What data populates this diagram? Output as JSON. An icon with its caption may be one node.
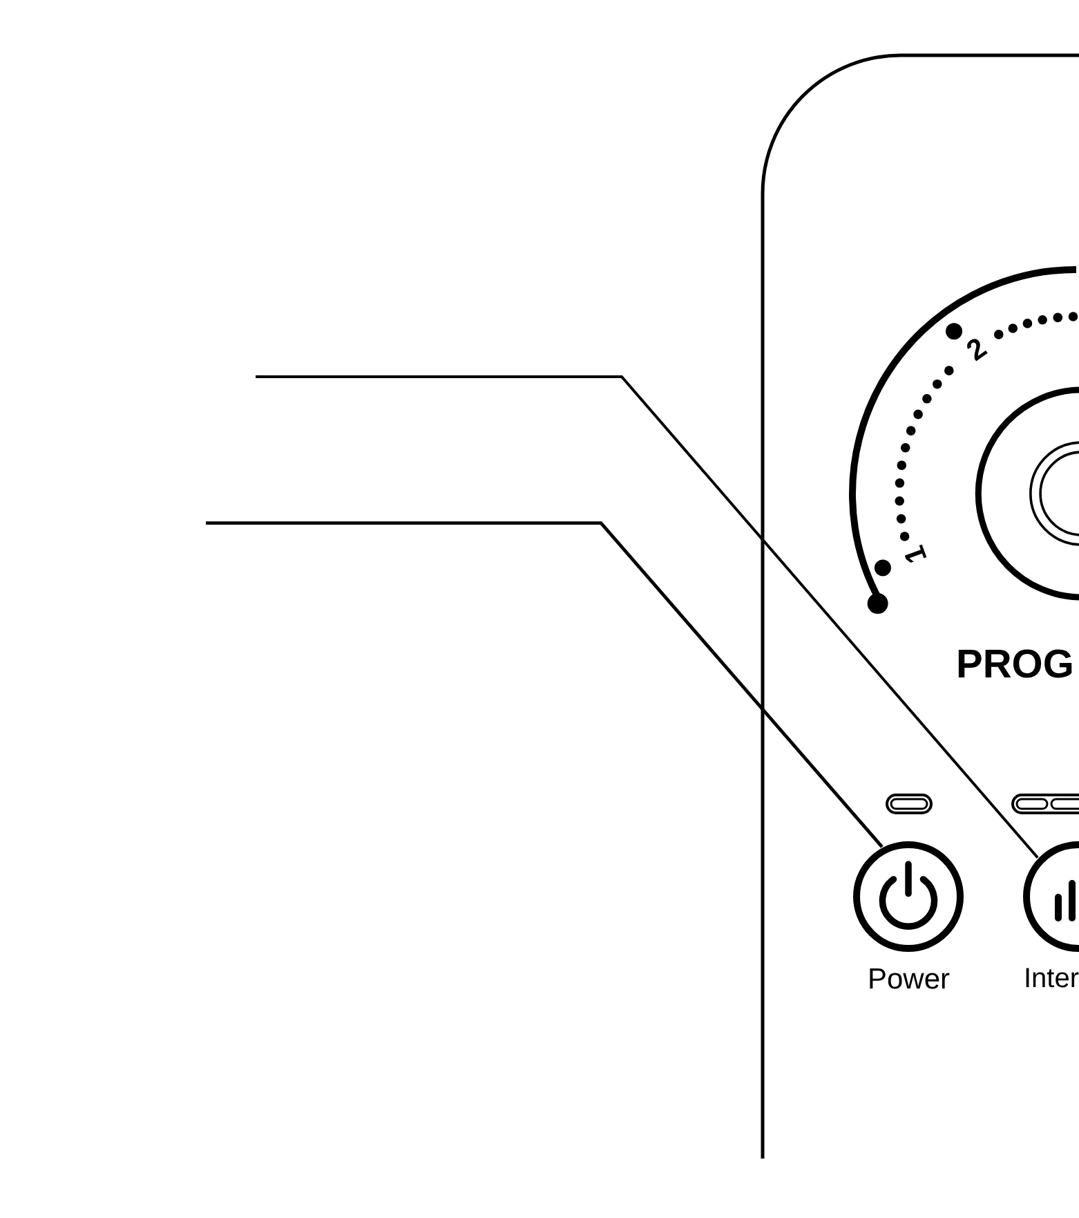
{
  "diagram": {
    "nodes": [
      {
        "text": [],
        "shape": "circle",
        "beside": [
          "Power"
        ]
      },
      {
        "text": [],
        "shape": "circle",
        "beside": [
          "Inter"
        ]
      }
    ],
    "edges": [
      {
        "from": null,
        "to": 1,
        "arrow": "none"
      },
      {
        "from": null,
        "to": 0,
        "arrow": "none"
      }
    ],
    "labels": [
      "2",
      "1",
      "PROG"
    ]
  }
}
